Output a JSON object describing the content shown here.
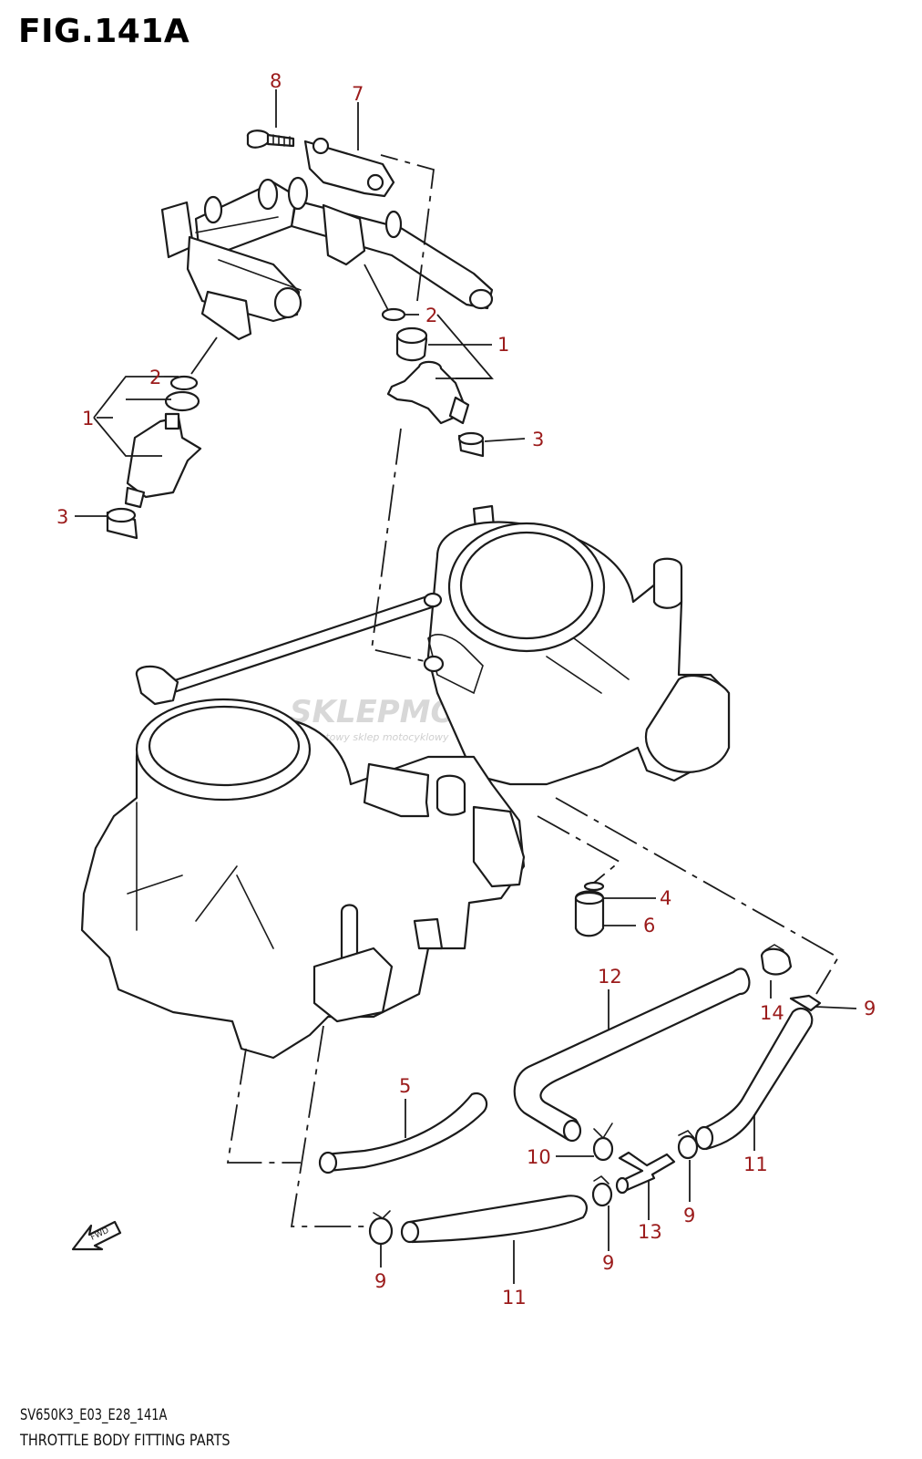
{
  "figure": {
    "title": "FIG.141A",
    "model_code": "SV650K3_E03_E28_141A",
    "caption": "THROTTLE BODY FITTING PARTS"
  },
  "watermark": {
    "text": "SKLEPMOTO26.PL",
    "subtext": "internetowy sklep motocyklowy"
  },
  "fwd_label": "FWD",
  "callouts": [
    {
      "id": "c8",
      "label": "8"
    },
    {
      "id": "c7",
      "label": "7"
    },
    {
      "id": "c2a",
      "label": "2"
    },
    {
      "id": "c1a",
      "label": "1"
    },
    {
      "id": "c3a",
      "label": "3"
    },
    {
      "id": "c2b",
      "label": "2"
    },
    {
      "id": "c1b",
      "label": "1"
    },
    {
      "id": "c3b",
      "label": "3"
    },
    {
      "id": "c4",
      "label": "4"
    },
    {
      "id": "c6",
      "label": "6"
    },
    {
      "id": "c12",
      "label": "12"
    },
    {
      "id": "c14",
      "label": "14"
    },
    {
      "id": "c9a",
      "label": "9"
    },
    {
      "id": "c5",
      "label": "5"
    },
    {
      "id": "c10",
      "label": "10"
    },
    {
      "id": "c11a",
      "label": "11"
    },
    {
      "id": "c13",
      "label": "13"
    },
    {
      "id": "c9b",
      "label": "9"
    },
    {
      "id": "c9c",
      "label": "9"
    },
    {
      "id": "c9d",
      "label": "9"
    },
    {
      "id": "c11b",
      "label": "11"
    }
  ],
  "colors": {
    "callout": "#9b1b1b",
    "line": "#1b1b1b",
    "watermark": "#d8d8d8"
  }
}
